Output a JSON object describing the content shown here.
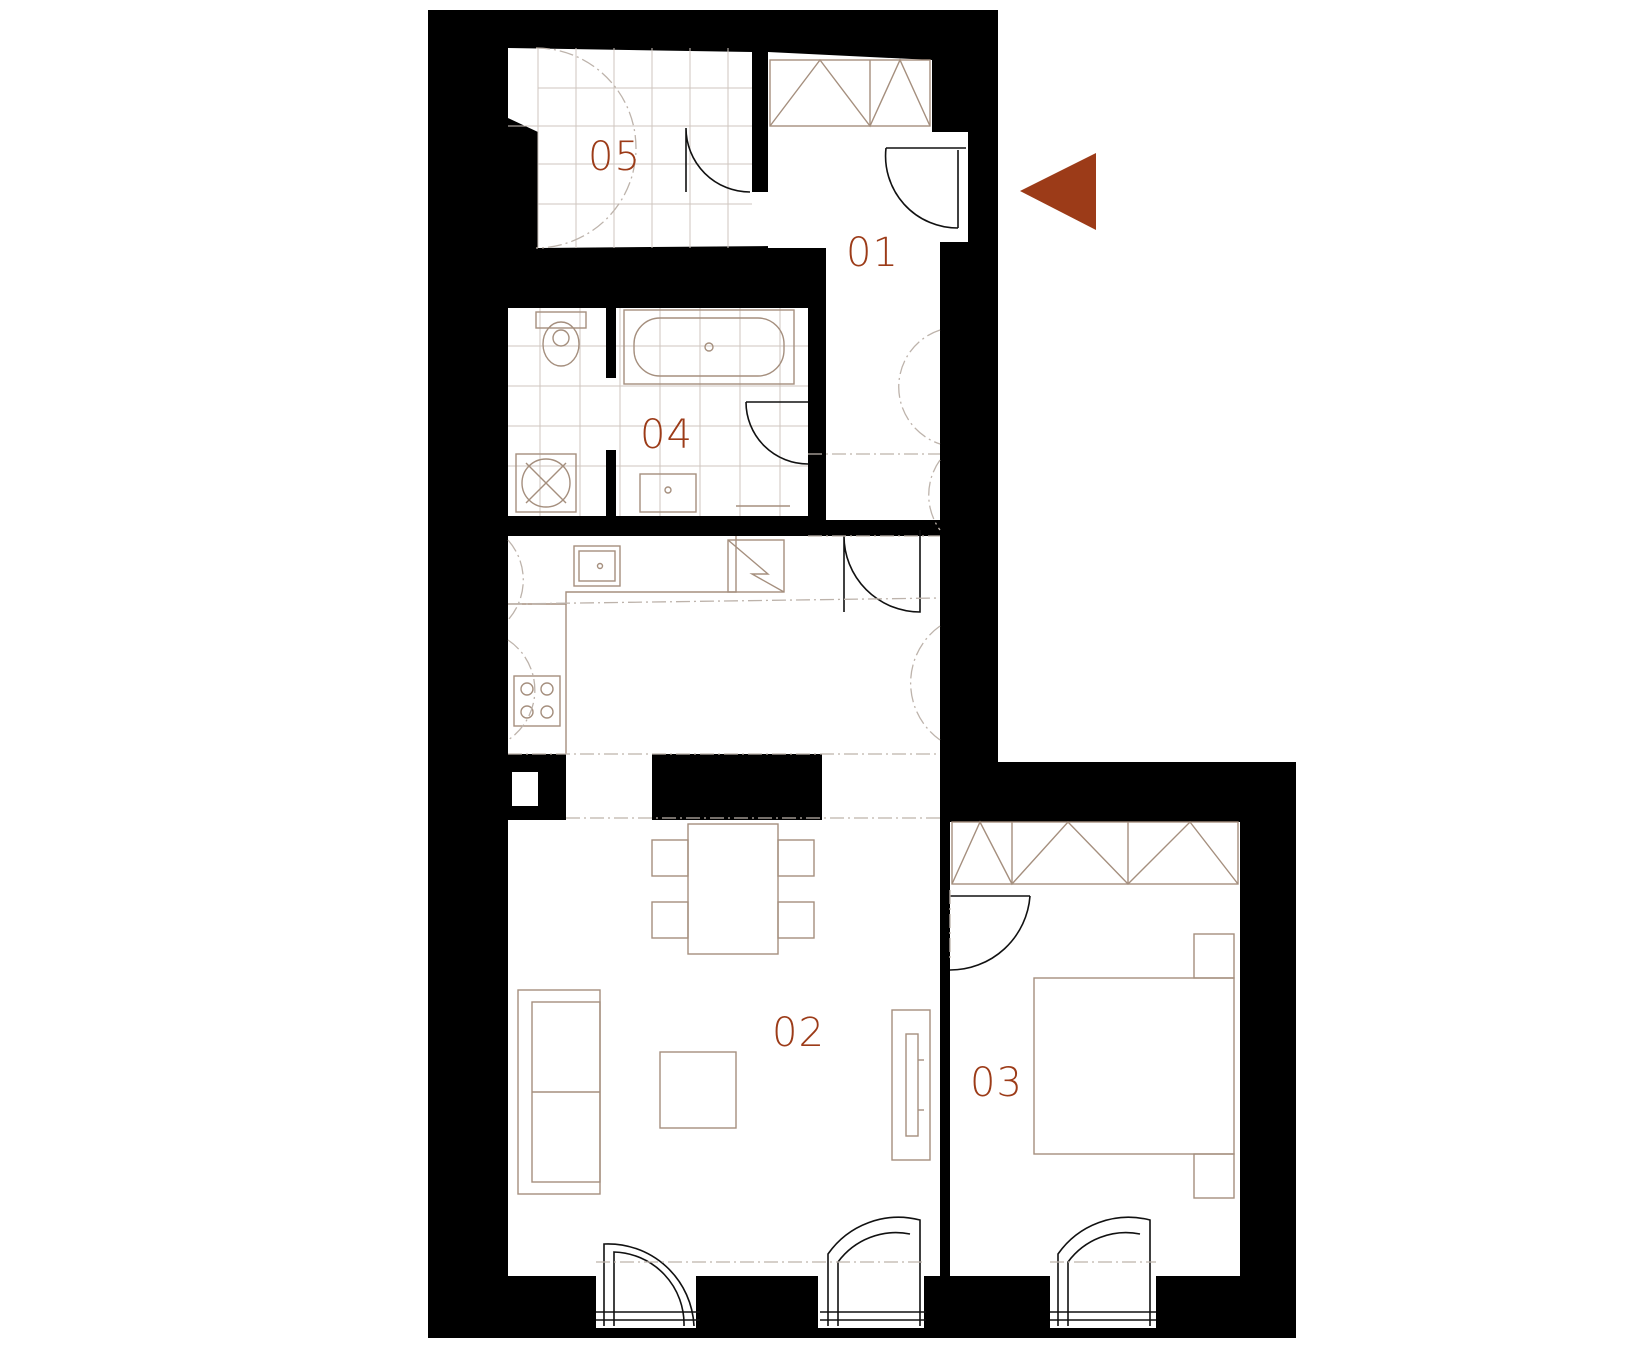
{
  "rooms": [
    {
      "id": "01",
      "label": "01"
    },
    {
      "id": "02",
      "label": "02"
    },
    {
      "id": "03",
      "label": "03"
    },
    {
      "id": "04",
      "label": "04"
    },
    {
      "id": "05",
      "label": "05"
    }
  ],
  "entrance_marker": {
    "icon": "entrance-arrow-icon"
  },
  "colors": {
    "wall": "#000000",
    "floor": "#ffffff",
    "accent": "#9c3b18",
    "furniture": "#a58f7e",
    "tile": "#cfc6bf"
  }
}
